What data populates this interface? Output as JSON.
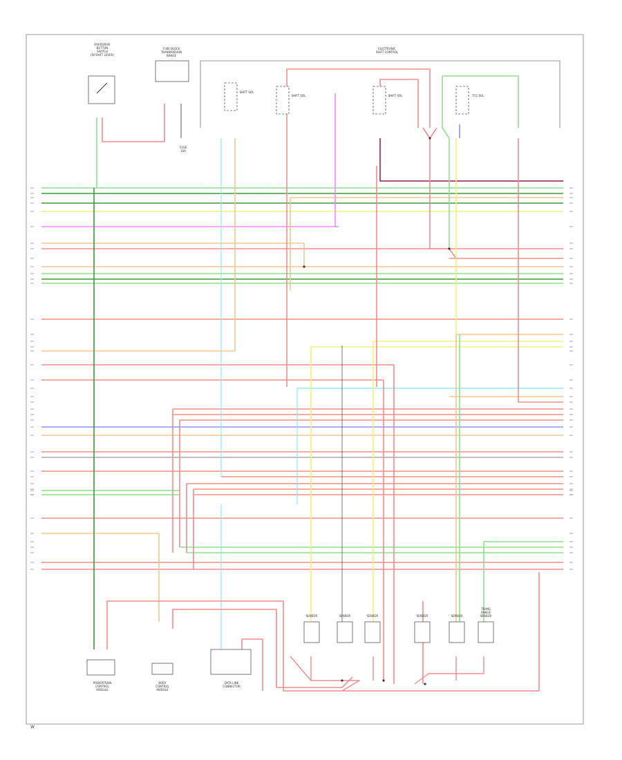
{
  "components": {
    "top": [
      {
        "id": "c1",
        "label": [
          "OVERDRIVE",
          "BUTTON",
          "SWITCH",
          "(IN SHIFT LEVER)"
        ]
      },
      {
        "id": "c2",
        "label": [
          "FUSE BLOCK",
          "TRANSMISSION",
          "RANGE"
        ]
      },
      {
        "id": "c3",
        "label": [
          "ELECTRONIC",
          "SHIFT CONTROL"
        ]
      }
    ],
    "solenoids": [
      {
        "id": "s1",
        "label": [
          "SHIFT SOL"
        ]
      },
      {
        "id": "s2",
        "label": [
          "SHIFT SOL"
        ]
      },
      {
        "id": "s3",
        "label": [
          "SHIFT SOL"
        ]
      },
      {
        "id": "s4",
        "label": [
          "TCC SOL"
        ]
      }
    ],
    "bottom": [
      {
        "id": "b1",
        "label": [
          "POWERTRAIN",
          "CONTROL",
          "MODULE"
        ]
      },
      {
        "id": "b2",
        "label": [
          "BODY",
          "CONTROL",
          "MODULE"
        ]
      },
      {
        "id": "b3",
        "label": [
          "DATA LINK",
          "CONNECTOR"
        ]
      }
    ],
    "sensors": [
      {
        "id": "r1",
        "label": [
          "SENSOR"
        ]
      },
      {
        "id": "r2",
        "label": [
          "SENSOR"
        ]
      },
      {
        "id": "r3",
        "label": [
          "SENSOR"
        ]
      },
      {
        "id": "r4",
        "label": [
          "SENSOR"
        ]
      },
      {
        "id": "r5",
        "label": [
          "SENSOR"
        ]
      },
      {
        "id": "r6",
        "label": [
          "TRANS",
          "RANGE",
          "SENSOR"
        ]
      }
    ]
  },
  "footer": {
    "code": "W"
  },
  "colors": {
    "red": "#f28b8b",
    "green": "#8ee08e",
    "dark_green": "#3c9a3c",
    "yellow": "#f2f27a",
    "orange": "#f5c58f",
    "blue": "#8b93f2",
    "cyan": "#8fe8ef",
    "violet": "#f08bf2",
    "maroon": "#a8385e",
    "gray": "#555555"
  }
}
